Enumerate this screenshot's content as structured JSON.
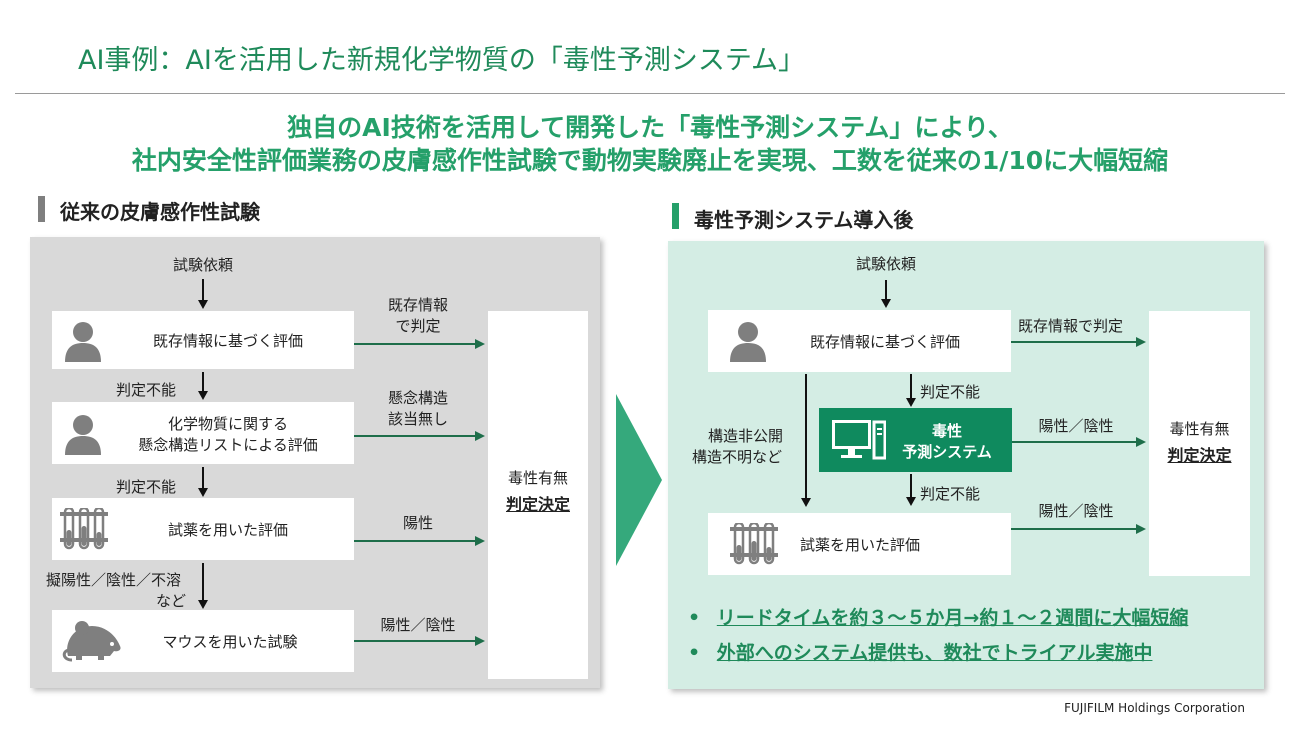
{
  "title": "AI事例：AIを活用した新規化学物質の「毒性予測システム」",
  "headline": {
    "line1": "独自のAI技術を活用して開発した「毒性予測システム」により、",
    "line2": "社内安全性評価業務の皮膚感作性試験で動物実験廃止を実現、工数を従来の1/10に大幅短縮"
  },
  "left": {
    "section_title": "従来の皮膚感作性試験",
    "request": "試験依頼",
    "step1": "既存情報に基づく評価",
    "step2_line1": "化学物質に関する",
    "step2_line2": "懸念構造リストによる評価",
    "step3": "試薬を用いた評価",
    "step4": "マウスを用いた試験",
    "undetermined_1": "判定不能",
    "undetermined_2": "判定不能",
    "undetermined_3_line1": "擬陽性／陰性／不溶",
    "undetermined_3_line2": "など",
    "arrow1_line1": "既存情報",
    "arrow1_line2": "で判定",
    "arrow2_line1": "懸念構造",
    "arrow2_line2": "該当無し",
    "arrow3": "陽性",
    "arrow4": "陽性／陰性",
    "result_line1": "毒性有無",
    "result_line2": "判定決定"
  },
  "right": {
    "section_title": "毒性予測システム導入後",
    "request": "試験依頼",
    "step1": "既存情報に基づく評価",
    "system_line1": "毒性",
    "system_line2": "予測システム",
    "step3": "試薬を用いた評価",
    "undetermined_1": "判定不能",
    "undetermined_2": "判定不能",
    "bypass_line1": "構造非公開",
    "bypass_line2": "構造不明など",
    "arrow1": "既存情報で判定",
    "arrow2": "陽性／陰性",
    "arrow3": "陽性／陰性",
    "result_line1": "毒性有無",
    "result_line2": "判定決定"
  },
  "bullets": [
    {
      "dot": "•",
      "text": "リードタイムを約３～５か月→約１～２週間に大幅短縮"
    },
    {
      "dot": "•",
      "text": "外部へのシステム提供も、数社でトライアル実施中"
    }
  ],
  "footer": "FUJIFILM Holdings Corporation",
  "colors": {
    "green_text": "#1f8a5a",
    "headline_green": "#25a06a",
    "left_panel": "#d9d9d9",
    "right_panel": "#d4ede4",
    "system_box": "#0f8a5e",
    "big_arrow": "#35a97c"
  },
  "icons": [
    "person-icon",
    "test-tubes-icon",
    "mouse-icon",
    "computer-icon"
  ]
}
